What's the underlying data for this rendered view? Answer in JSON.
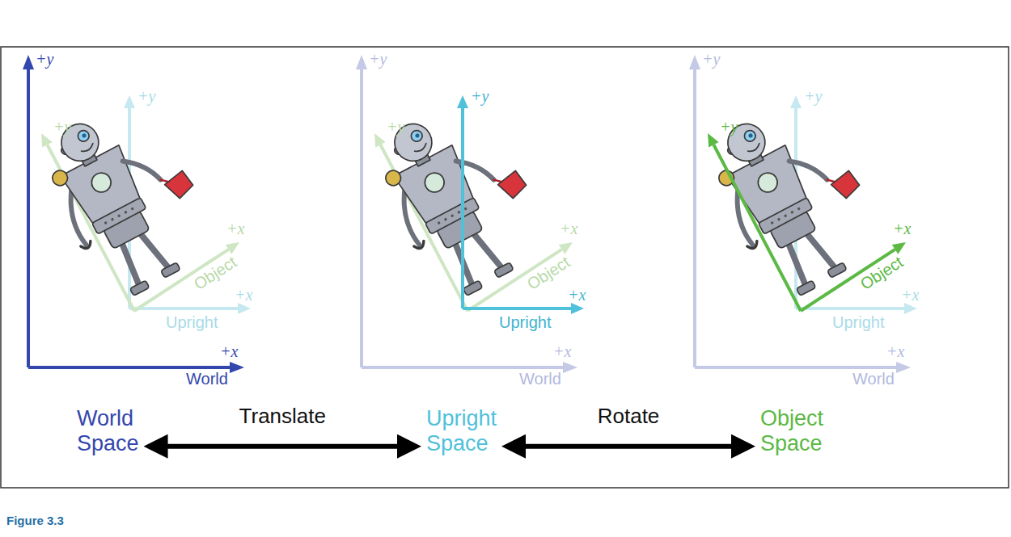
{
  "diagram": {
    "caption": "Figure 3.3",
    "nodes": [
      {
        "text": [
          "World Space"
        ]
      },
      {
        "text": [
          "Upright Space"
        ]
      },
      {
        "text": [
          "Object Space"
        ]
      }
    ],
    "edges": [
      {
        "from": 0,
        "to": 1,
        "arrow": "both",
        "label": "Translate"
      },
      {
        "from": 1,
        "to": 2,
        "arrow": "both",
        "label": "Rotate"
      }
    ],
    "labels": [
      "+y",
      "+x",
      "World",
      "+y",
      "+x",
      "Upright",
      "+y",
      "+x",
      "Object",
      "+y",
      "+x",
      "World",
      "+y",
      "+x",
      "Upright",
      "+y",
      "+x",
      "Object",
      "+y",
      "+x",
      "World",
      "+y",
      "+x",
      "Upright",
      "+y",
      "+x",
      "Object"
    ]
  }
}
